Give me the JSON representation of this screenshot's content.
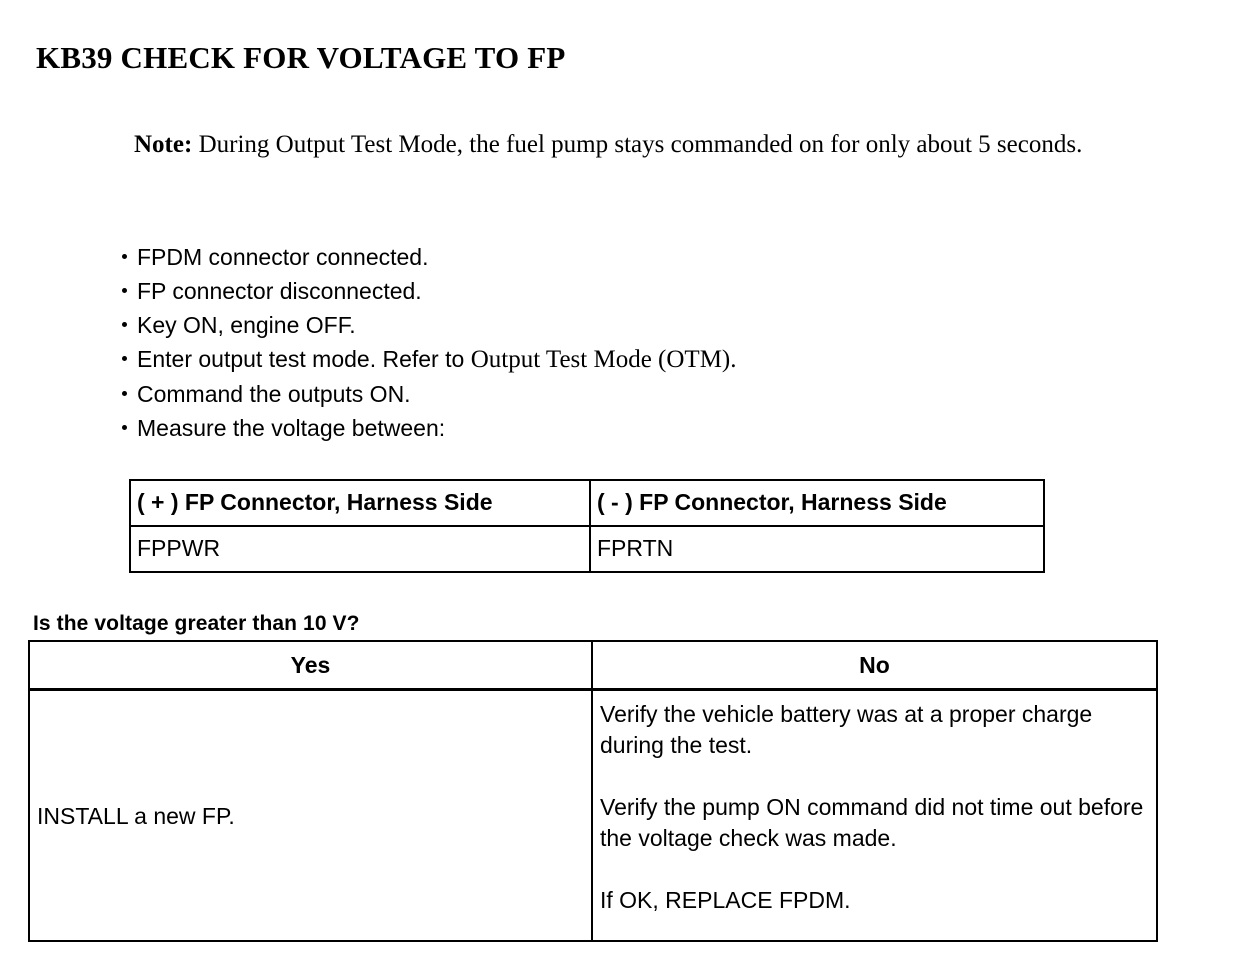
{
  "document": {
    "title": "KB39 CHECK FOR VOLTAGE TO FP"
  },
  "note": {
    "label": "Note:",
    "text": " During Output Test Mode, the fuel pump stays commanded on for only about 5 seconds."
  },
  "steps": [
    {
      "text": "FPDM connector connected."
    },
    {
      "text": "FP connector disconnected."
    },
    {
      "text": "Key ON, engine OFF."
    },
    {
      "text": "Enter output test mode. Refer to ",
      "xref": "Output Test Mode (OTM)",
      "tail": "."
    },
    {
      "text": "Command the outputs ON."
    },
    {
      "text": "Measure the voltage between:"
    }
  ],
  "connector_table": {
    "headers": [
      "( + ) FP Connector, Harness Side",
      "( - ) FP Connector, Harness Side"
    ],
    "row": [
      "FPPWR",
      "FPRTN"
    ]
  },
  "question": "Is the voltage greater than 10 V?",
  "decision_table": {
    "headers": [
      "Yes",
      "No"
    ],
    "yes_cell": "INSTALL a new FP.",
    "no_cell": [
      "Verify the vehicle battery was at a proper charge during the test.",
      "Verify the pump ON command did not time out before the voltage check was made.",
      "If OK, REPLACE FPDM."
    ]
  }
}
